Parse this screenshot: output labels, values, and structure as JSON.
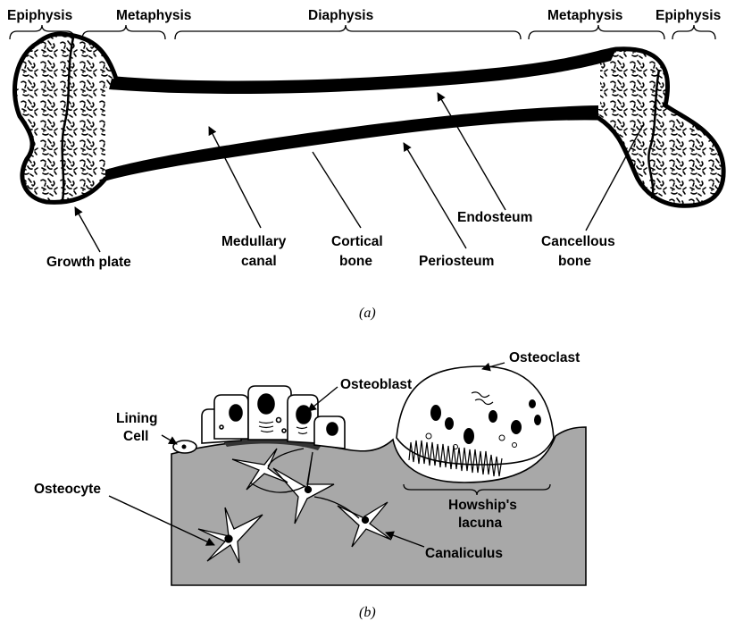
{
  "panel_a": {
    "regions": {
      "epiphysis_left": "Epiphysis",
      "metaphysis_left": "Metaphysis",
      "diaphysis": "Diaphysis",
      "metaphysis_right": "Metaphysis",
      "epiphysis_right": "Epiphysis"
    },
    "labels": {
      "growth_plate": "Growth plate",
      "medullary_1": "Medullary",
      "medullary_2": "canal",
      "cortical_1": "Cortical",
      "cortical_2": "bone",
      "periosteum": "Periosteum",
      "endosteum": "Endosteum",
      "cancellous_1": "Cancellous",
      "cancellous_2": "bone"
    },
    "caption": "(a)"
  },
  "panel_b": {
    "labels": {
      "lining_1": "Lining",
      "lining_2": "Cell",
      "osteoblast": "Osteoblast",
      "osteoclast": "Osteoclast",
      "osteocyte": "Osteocyte",
      "howship_1": "Howship's",
      "howship_2": "lacuna",
      "canaliculus": "Canaliculus"
    },
    "caption": "(b)"
  },
  "colors": {
    "bone_matrix": "#a8a8a8",
    "ink": "#000000",
    "background": "#ffffff"
  }
}
